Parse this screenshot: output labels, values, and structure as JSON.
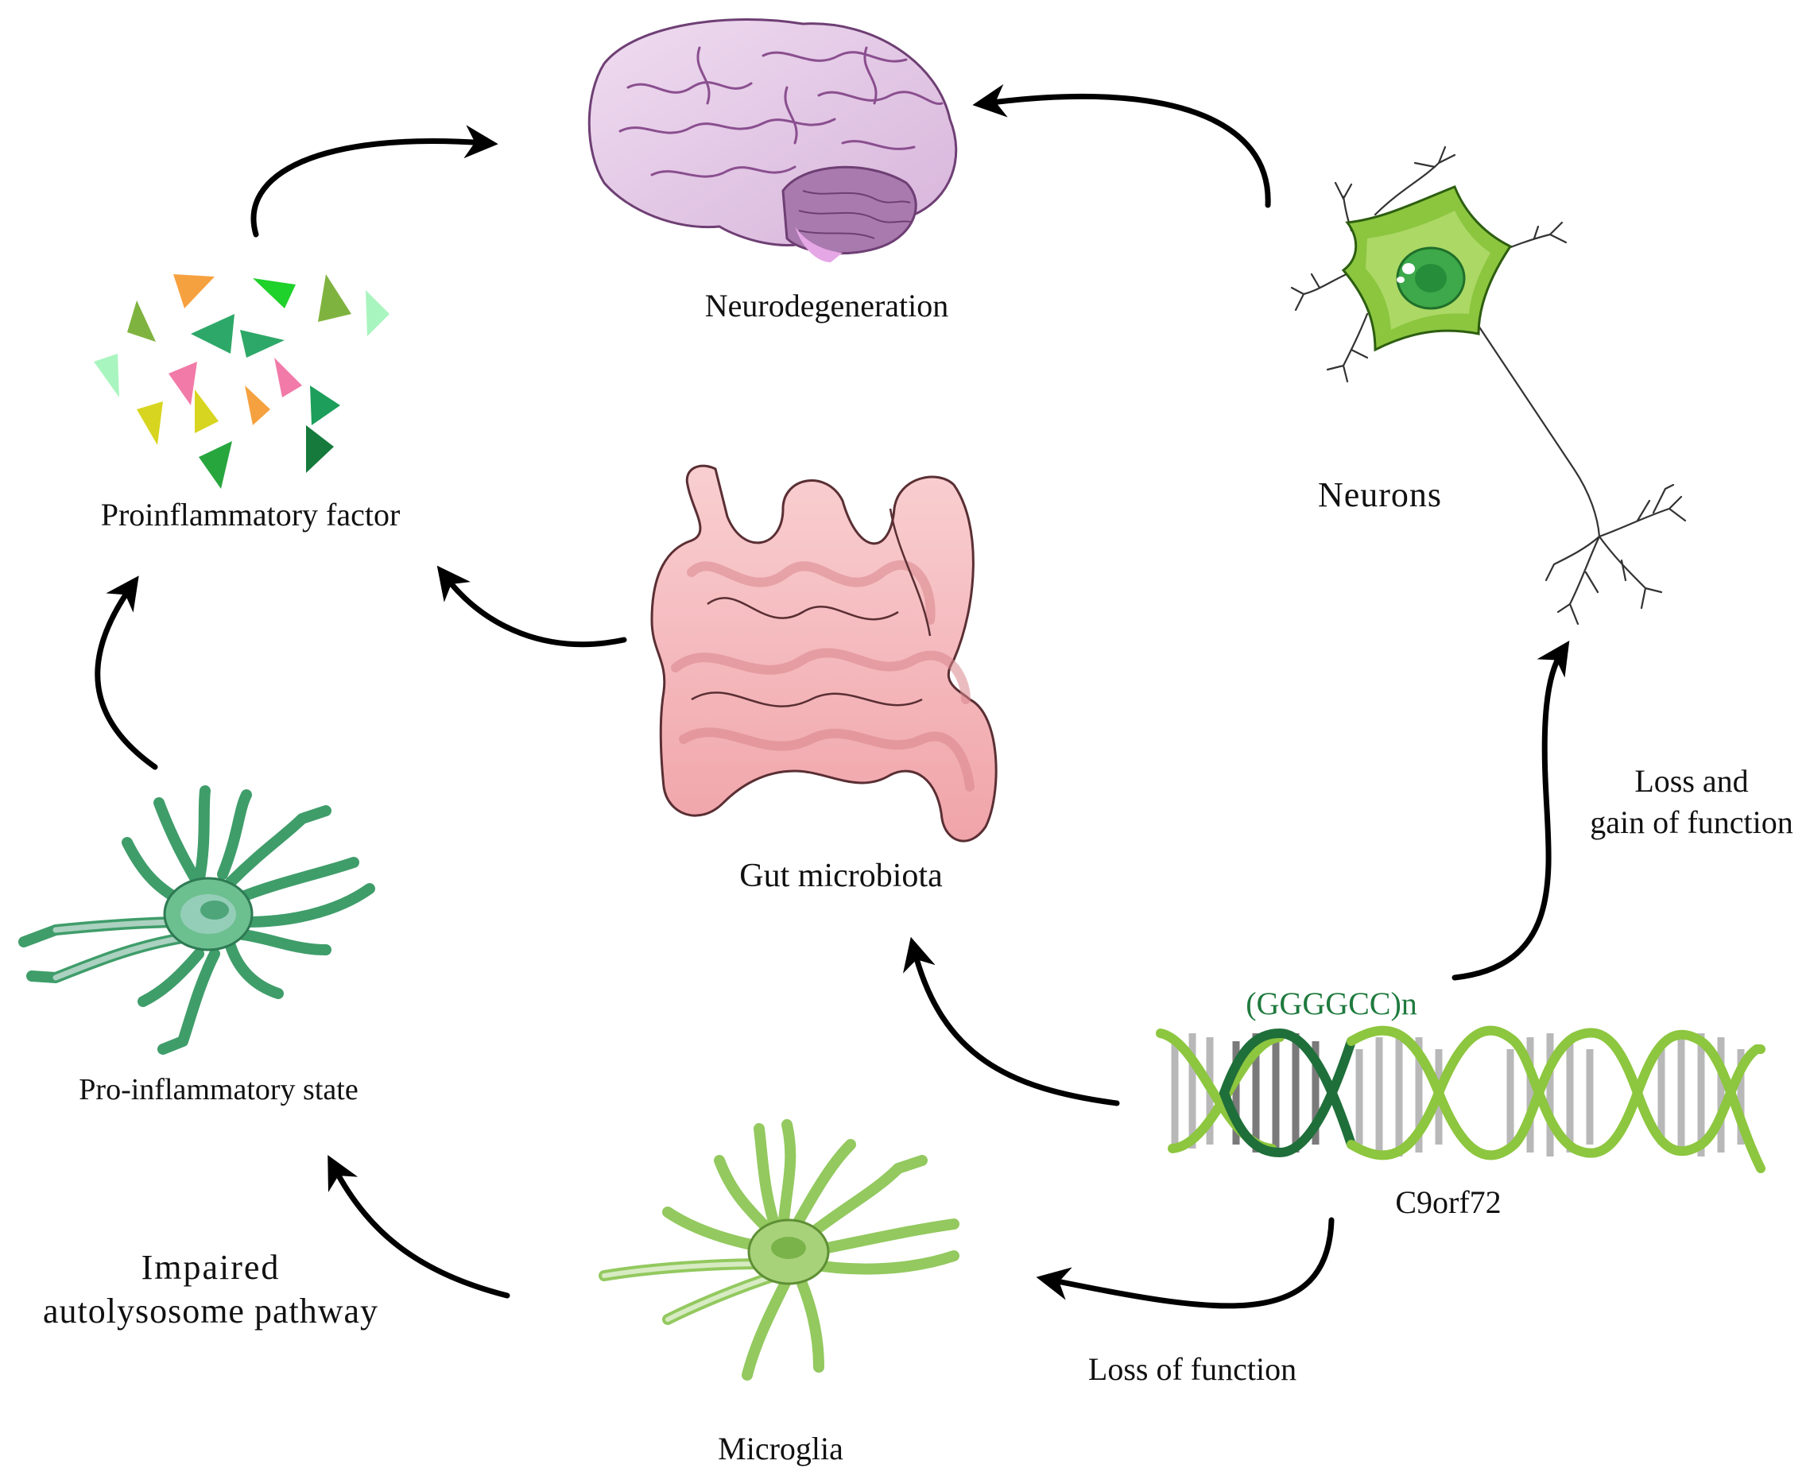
{
  "labels": {
    "neurodegeneration": "Neurodegeneration",
    "neurons": "Neurons",
    "proinflammatory_factor": "Proinflammatory factor",
    "gut_microbiota": "Gut microbiota",
    "loss_and_gain_line1": "Loss and",
    "loss_and_gain_line2": "gain of function",
    "repeat": "(GGGGCC)n",
    "gene": "C9orf72",
    "pro_inflammatory_state": "Pro-inflammatory state",
    "impaired_line1": "Impaired",
    "impaired_line2": "autolysosome pathway",
    "loss_of_function": "Loss of function",
    "microglia": "Microglia"
  },
  "colors": {
    "arrow": "#000000",
    "repeat_text": "#1f7a3e",
    "brain": "#e3c9e6",
    "intestine": "#f4b8bb",
    "neuron": "#8cc63f",
    "microglia": "#a8d27a",
    "activated_microglia": "#6cbf8f",
    "dna_light": "#8dc63f",
    "dna_dark": "#1f6f3a"
  }
}
